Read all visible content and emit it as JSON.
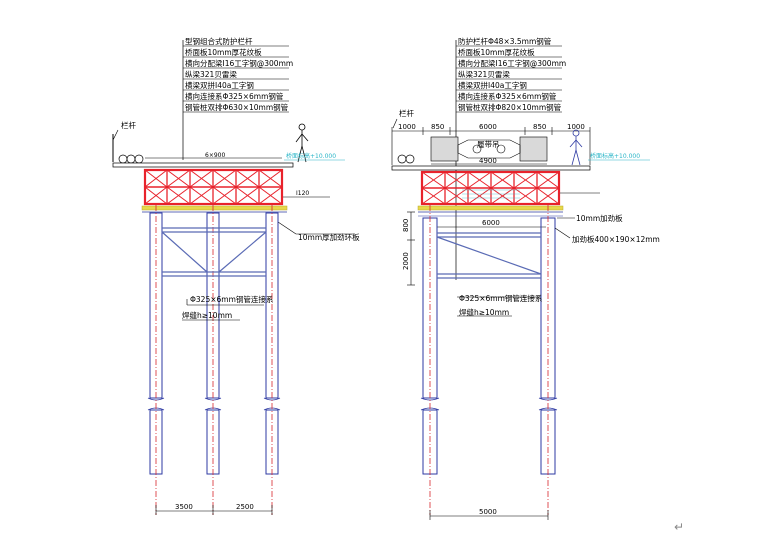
{
  "left_section": {
    "callouts": [
      "型钢组合式防护栏杆",
      "桥面板10mm厚花纹板",
      "横向分配梁I16工字钢@300mm",
      "纵梁321贝雷梁",
      "横梁双拼I40a工字钢",
      "横向连接系Φ325×6mm钢管",
      "钢管桩双排Φ630×10mm钢管"
    ],
    "railing_label": "栏杆",
    "deck_width": "6×900",
    "elevation_label": "桥面标高+10.000",
    "beam_label": "I120",
    "ring_plate_label": "10mm厚加劲环板",
    "pipe_brace_label": "Φ325×6mm钢管连接系",
    "weld_label": "焊缝h≥10mm",
    "dim_left": "3500",
    "dim_right": "2500"
  },
  "right_section": {
    "callouts": [
      "防护栏杆Φ48×3.5mm钢管",
      "桥面板10mm厚花纹板",
      "横向分配梁I16工字钢@300mm",
      "纵梁321贝雷梁",
      "横梁双拼I40a工字钢",
      "横向连接系Φ325×6mm钢管",
      "钢管桩双排Φ820×10mm钢管"
    ],
    "railing_label": "栏杆",
    "top_dims": [
      "1000",
      "850",
      "6000",
      "850",
      "1000"
    ],
    "crane_label": "履带吊",
    "width_label": "4900",
    "elevation_label": "桥面标高+10.000",
    "span_label": "6000",
    "side_dim_upper": "800",
    "side_dim_lower": "2000",
    "stiffener_label": "10mm加劲板",
    "plate_label": "加劲板400×190×12mm",
    "pipe_brace_label": "Φ325×6mm钢管连接系",
    "weld_label": "焊缝h≥10mm",
    "bottom_dim": "5000"
  },
  "colors": {
    "truss": "#e8222b",
    "pile": "#2e3aa3",
    "centerline": "#d8262c",
    "deck": "#e7d84a",
    "elevation": "#2bb6c8",
    "crane_fill": "#d9d9d9",
    "brace": "#5a6bb5"
  },
  "icons": [
    "worker-icon",
    "pipe-bundle-icon",
    "return-arrow-icon"
  ],
  "page_marker": "↵"
}
